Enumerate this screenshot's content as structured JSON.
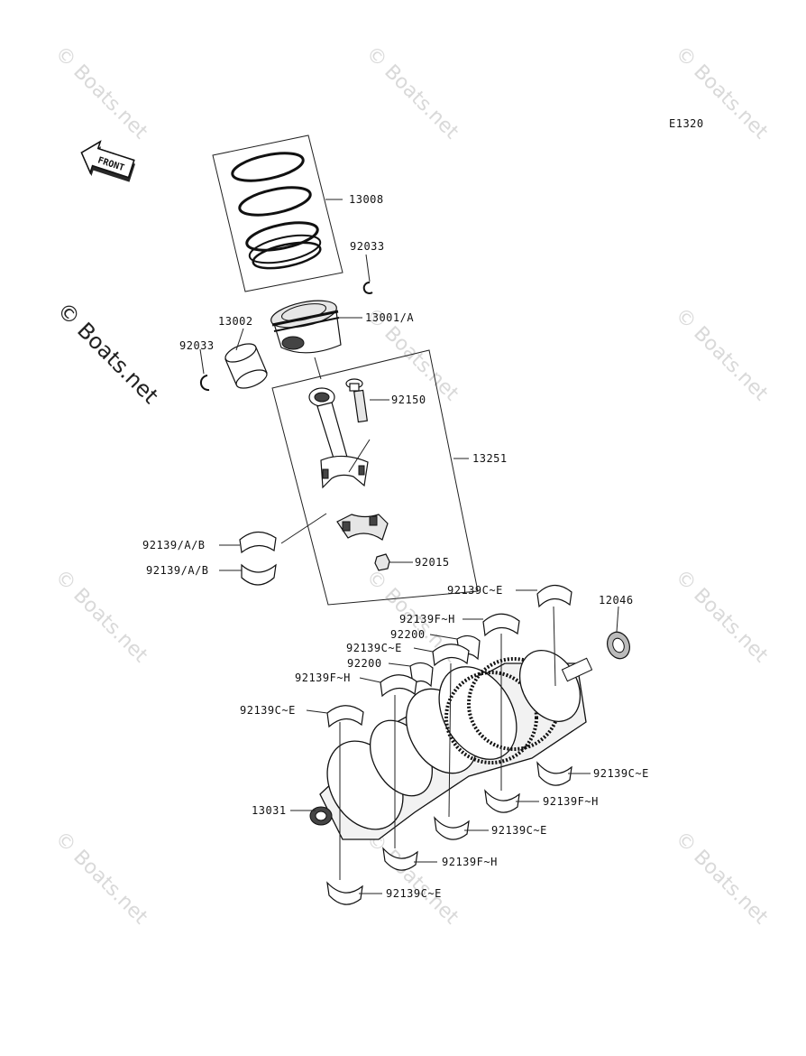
{
  "diagram_code": "E1320",
  "front_label": "FRONT",
  "watermark": "© Boats.net",
  "parts": {
    "piston_rings": "13008",
    "circlip_top": "92033",
    "piston": "13001/A",
    "piston_pin": "13002",
    "circlip_left": "92033",
    "bolt": "92150",
    "connecting_rod": "13251",
    "rod_bearing_upper": "92139/A/B",
    "rod_bearing_lower": "92139/A/B",
    "nut": "92015",
    "main_bearing_1": "92139C~E",
    "bearing_12046": "12046",
    "main_bearing_2": "92139F~H",
    "thrust_1": "92200",
    "main_bearing_3": "92139C~E",
    "thrust_2": "92200",
    "main_bearing_4": "92139F~H",
    "main_bearing_5": "92139C~E",
    "crankshaft": "13031",
    "lower_1": "92139C~E",
    "lower_2": "92139F~H",
    "lower_3": "92139C~E",
    "lower_4": "92139F~H",
    "lower_5": "92139C~E"
  }
}
